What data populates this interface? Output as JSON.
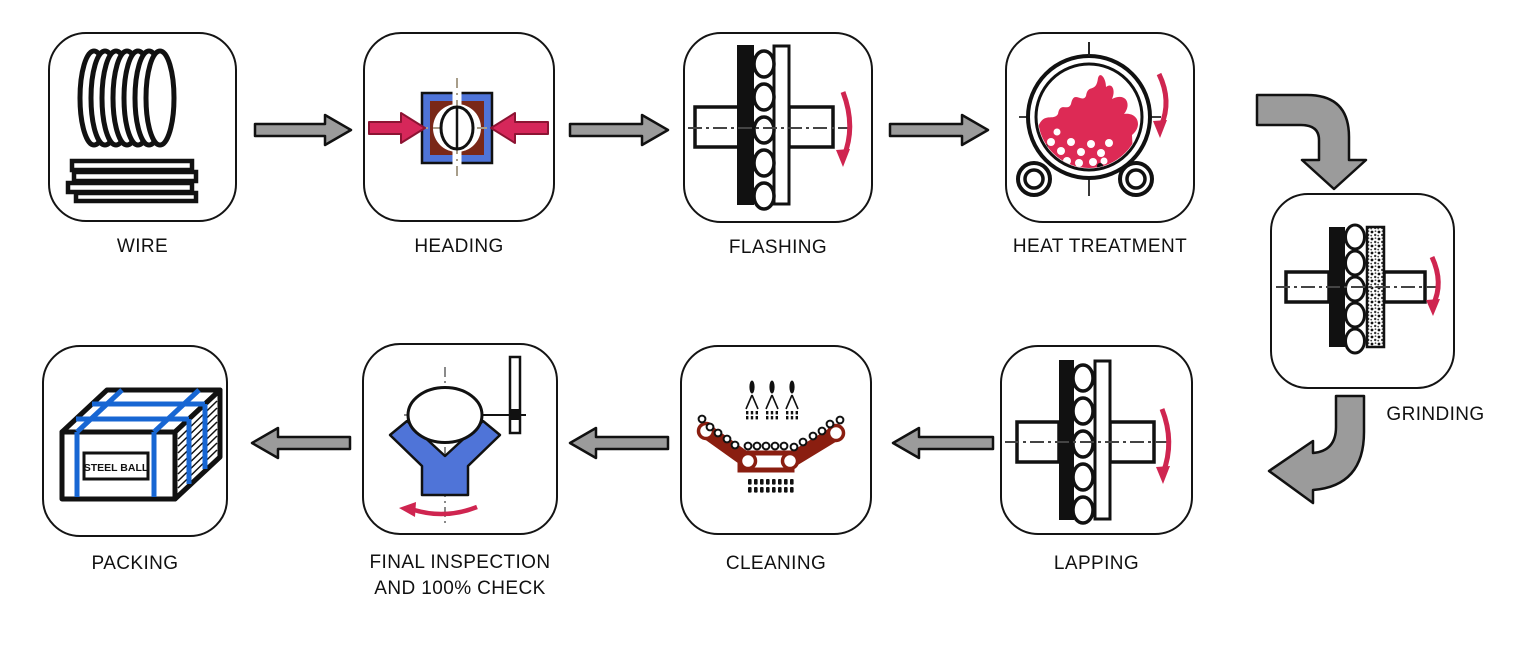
{
  "diagram": {
    "steps": [
      {
        "id": "wire",
        "label": "WIRE"
      },
      {
        "id": "heading",
        "label": "HEADING"
      },
      {
        "id": "flashing",
        "label": "FLASHING"
      },
      {
        "id": "heat-treatment",
        "label": "HEAT TREATMENT"
      },
      {
        "id": "grinding",
        "label": "GRINDING"
      },
      {
        "id": "lapping",
        "label": "LAPPING"
      },
      {
        "id": "cleaning",
        "label": "CLEANING"
      },
      {
        "id": "final-inspection",
        "label_line1": "FINAL INSPECTION",
        "label_line2": "AND 100% CHECK"
      },
      {
        "id": "packing",
        "label": "PACKING"
      }
    ],
    "flow": [
      {
        "from": "WIRE",
        "to": "HEADING"
      },
      {
        "from": "HEADING",
        "to": "FLASHING"
      },
      {
        "from": "FLASHING",
        "to": "HEAT TREATMENT"
      },
      {
        "from": "HEAT TREATMENT",
        "to": "GRINDING"
      },
      {
        "from": "GRINDING",
        "to": "LAPPING"
      },
      {
        "from": "LAPPING",
        "to": "CLEANING"
      },
      {
        "from": "CLEANING",
        "to": "FINAL INSPECTION AND 100% CHECK"
      },
      {
        "from": "FINAL INSPECTION AND 100% CHECK",
        "to": "PACKING"
      }
    ],
    "packing_label_text": "STEEL BALL",
    "colors": {
      "arrow_gray": "#9b9b9b",
      "outline_black": "#141414",
      "accent_crimson": "#d6275a",
      "die_blue": "#4f74d8",
      "die_maroon": "#7a2818",
      "conveyor_maroon": "#8a1e10",
      "strap_blue": "#1766d3"
    }
  }
}
